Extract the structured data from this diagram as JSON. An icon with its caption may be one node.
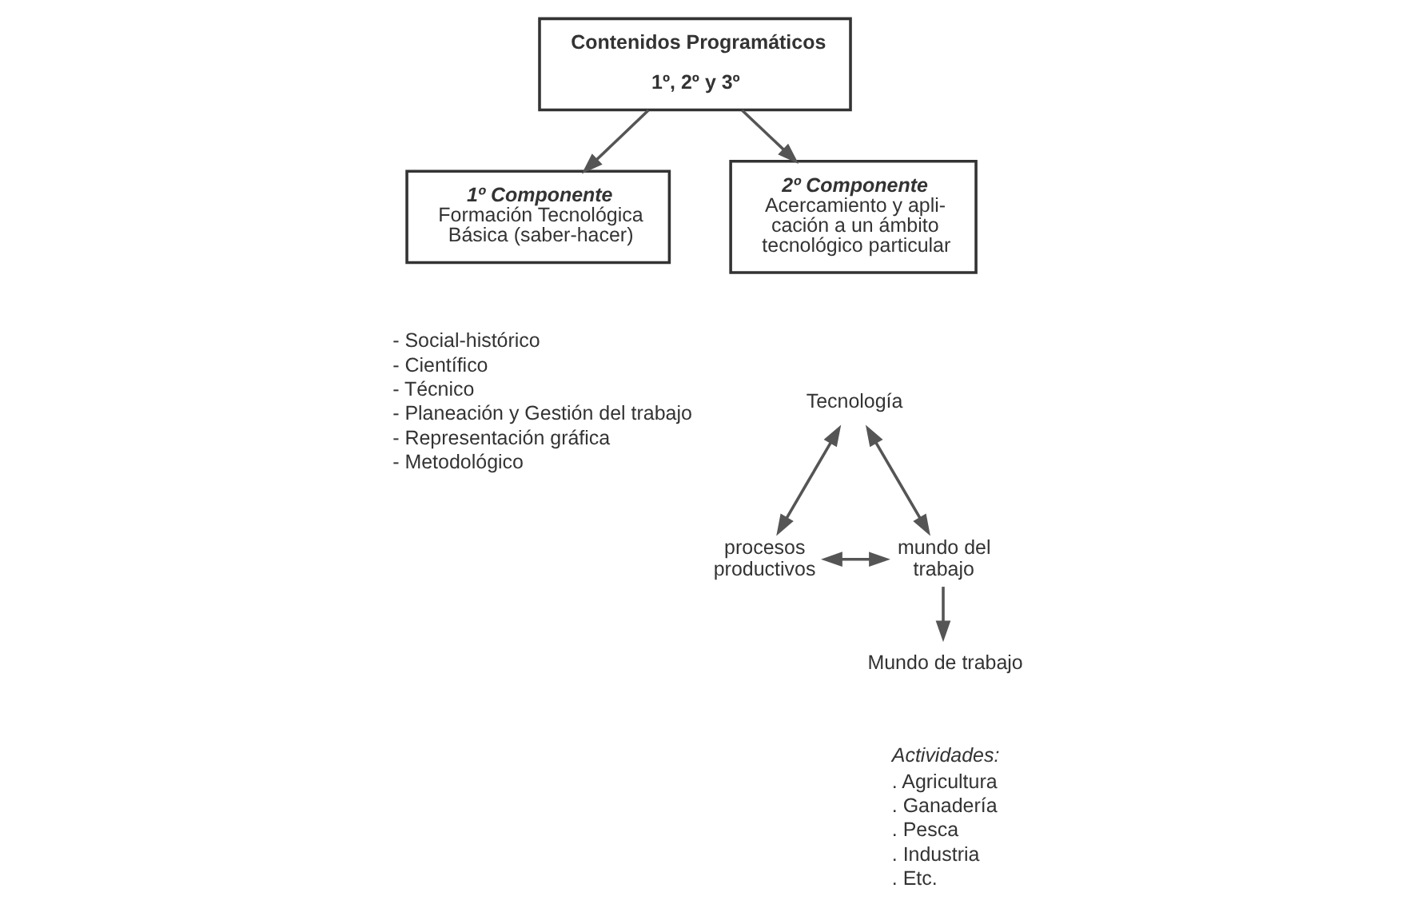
{
  "diagram": {
    "nodes": [
      {
        "text": [
          "Contenidos Programáticos",
          "1º, 2º y 3º"
        ]
      },
      {
        "text": [
          "1º Componente",
          "Formación Tecnológica Básica (saber-hacer)"
        ]
      },
      {
        "text": [
          "2º Componente",
          "Acercamiento y apli- cación a un ámbito tecnológico particular"
        ]
      },
      {
        "text": [
          "Tecnología"
        ]
      },
      {
        "text": [
          "procesos productivos"
        ]
      },
      {
        "text": [
          "mundo del trabajo"
        ]
      },
      {
        "text": [
          "Mundo de trabajo"
        ]
      }
    ],
    "edges": [
      {
        "from": 0,
        "to": 1,
        "arrow": "to"
      },
      {
        "from": 0,
        "to": 2,
        "arrow": "to"
      },
      {
        "from": 3,
        "to": 4,
        "arrow": "both"
      },
      {
        "from": 3,
        "to": 5,
        "arrow": "both"
      },
      {
        "from": 4,
        "to": 5,
        "arrow": "both"
      },
      {
        "from": 5,
        "to": 6,
        "arrow": "to"
      }
    ],
    "labels": [
      "- Social-histórico",
      "- Científico",
      "- Técnico",
      "- Planeación y Gestión del trabajo",
      "- Representación gráfica",
      "- Metodológico",
      "Actividades:",
      ". Agricultura",
      ". Ganadería",
      ". Pesca",
      ". Industria",
      ". Etc."
    ]
  }
}
